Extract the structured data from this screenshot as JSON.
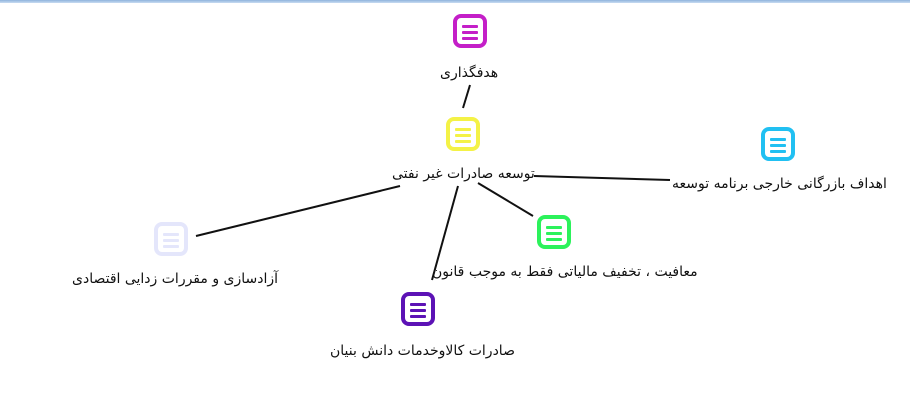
{
  "nodes": {
    "goal": {
      "label": "هدفگذاری",
      "color": "#c41fc8"
    },
    "export": {
      "label": "توسعه صادرات غیر نفتی",
      "color": "#f4f246"
    },
    "foreign_trade": {
      "label": "اهداف بازرگانی خارجی برنامه توسعه",
      "color": "#21c0f2"
    },
    "tax": {
      "label": "معافیت ، تخفیف مالیاتی فقط به موجب قانون",
      "color": "#2cf25b"
    },
    "liberalization": {
      "label": "آزادسازی و مقررات زدایی اقتصادی",
      "color": "#e4e6fb"
    },
    "knowledge": {
      "label": "صادرات کالاوخدمات دانش بنیان",
      "color": "#5c12b5"
    }
  }
}
